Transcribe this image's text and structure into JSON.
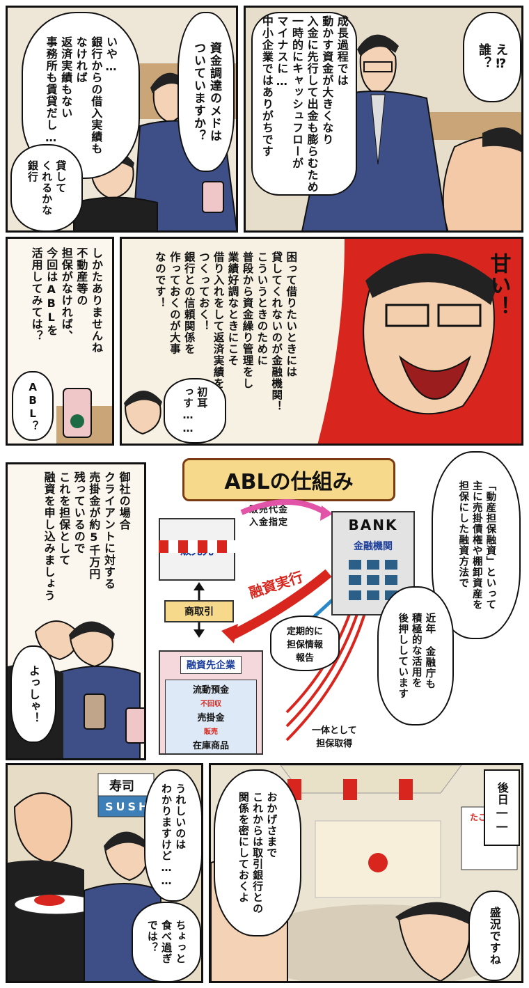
{
  "row1": {
    "right_bubble_top": "え⁉\n誰？",
    "right_narration": "成長過程では\n動かす資金が大きくなり\n入金に先行して出金も膨らむため\n一時的にキャッシュフローが\nマイナスに…\n中小企業ではありがちです",
    "left_bubble_1": "資金調達のメドは\nついていますか？",
    "left_bubble_2": "いや…\n銀行からの借入実績も\nなければ\n返済実績もない\n事務所も賃貸だし…",
    "left_bubble_3": "貸して\nくれるかな\n銀行"
  },
  "row2": {
    "amai": "甘い！",
    "main_text": "困って借りたいときには\n貸してくれないのが金融機関！\nこういうときのために\n普段から資金繰り管理をし\n業績好調なときにこそ\n借り入れをして返済実績を\nつくっておく！\n銀行との信頼関係を\n作っておくのが大事\nなのです！",
    "hatsumimi": "初耳\nっす……",
    "left_text": "しかたありませんね\n不動産等の\n担保がなければ、\n今回はABLを\n活用してみては？",
    "abl_q": "ABL？"
  },
  "row3": {
    "diagram_title": "ABLの仕組み",
    "hanbaisaki": "販売先",
    "arrow_payment": "販売代金\n入金指定",
    "bank": "BANK",
    "kinyu": "金融機関",
    "yushi_jikko": "融資実行",
    "shotorihiki": "商取引",
    "teiki": "定期的に\n担保情報\n報告",
    "yushisaki": "融資先企業",
    "ryudo": "流動預金",
    "fukaishu": "不回収",
    "urikake": "売掛金",
    "hanbai": "販売",
    "zaiko": "在庫商品",
    "ittai": "一体として\n担保取得",
    "right_bubble": "「動産担保融資」といって\n主に売掛債権や棚卸資産を\n担保にした融資方法で",
    "kinnen": "近年 金融庁も\n積極的な活用を\n後押ししています",
    "left_text": "御社の場合\nクライアントに対する\n売掛金が約5千万円\n残っているので\nこれを担保として\n融資を申し込みましょう",
    "yosshya": "よっしゃ！"
  },
  "row4": {
    "gojitsu": "後日――",
    "seikyo": "盛況ですね",
    "okagesama": "おかげさまで\nこれからは取引銀行との\n関係を密にしておくよ",
    "ureshii": "うれしいのは\nわかりますけど……",
    "tabesugi": "ちょっと\n食べ過ぎ\nでは？",
    "sushi_sign": "寿司",
    "sushi_latin": "SUSHI",
    "stall": "たこやき"
  },
  "colors": {
    "red": "#d8261e",
    "suit": "#3d4f86",
    "frame": "#111111"
  }
}
